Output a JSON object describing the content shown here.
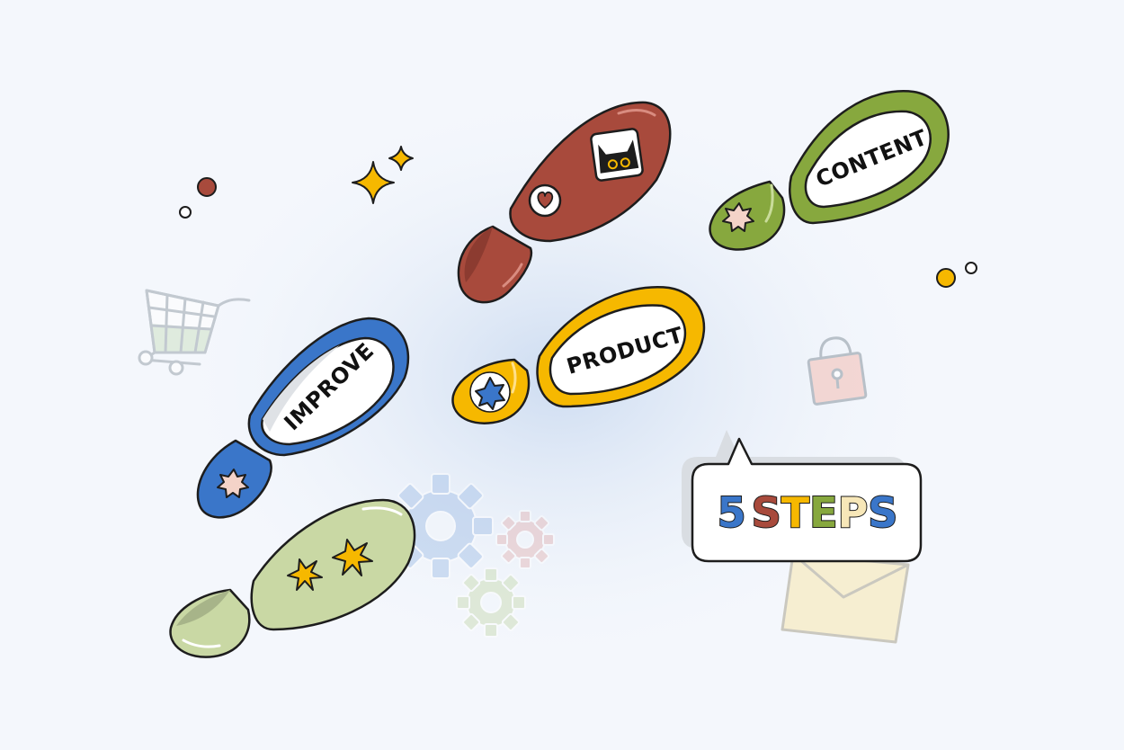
{
  "labels": {
    "improve": "IMPROVE",
    "product": "PRODUCT",
    "content": "CONTENT"
  },
  "badge": {
    "number": "5",
    "word_letters": [
      "S",
      "T",
      "E",
      "P",
      "S"
    ]
  },
  "colors": {
    "background": "#f4f7fc",
    "blue": "#3a76c9",
    "red": "#a84a3c",
    "yellow": "#f6b800",
    "green": "#87a83e",
    "light_green": "#c9d8a4",
    "outline": "#1d1d1d",
    "letter_s1": "#a84a3c",
    "letter_t": "#f6b800",
    "letter_e": "#87a83e",
    "letter_p": "#f7e7b8",
    "letter_s2": "#3a76c9"
  },
  "icons": [
    "heart-icon",
    "cat-icon",
    "sparkle-icon",
    "shopping-cart-icon",
    "padlock-icon",
    "envelope-icon",
    "gear-icon",
    "star-icon"
  ]
}
